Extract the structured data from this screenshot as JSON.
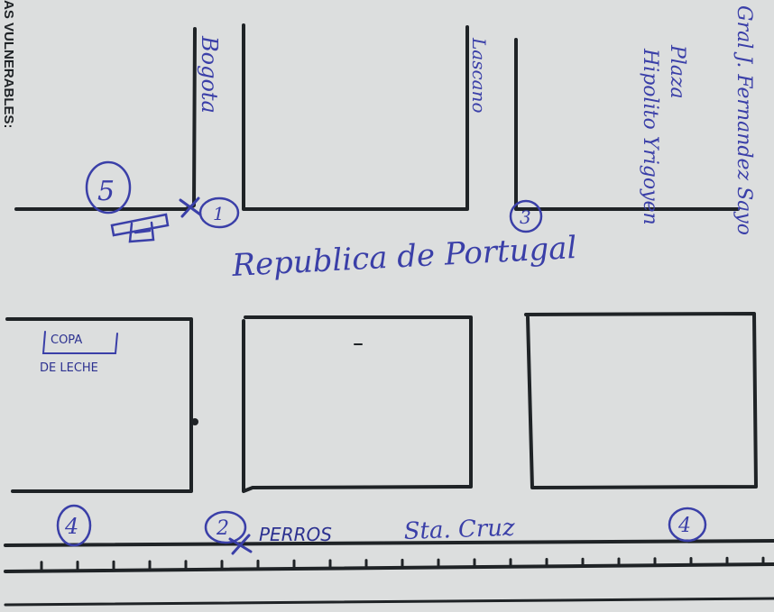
{
  "side_title": "AS VULNERABLES:",
  "streets": {
    "bogota": "Bogota",
    "lascano": "Lascano",
    "gral": "Gral J. Fernandez Sayo",
    "portugal": "Republica de Portugal",
    "sta_cruz": "Sta. Cruz"
  },
  "places": {
    "plaza_line1": "Plaza",
    "plaza_line2": "Hipolito Yrigoyen",
    "copa_line1": "COPA",
    "copa_line2": "DE LECHE",
    "perros": "PERROS"
  },
  "markers": {
    "m5": "5",
    "m1": "1",
    "m3": "3",
    "m4_left": "4",
    "m2": "2",
    "m4_right": "4"
  }
}
